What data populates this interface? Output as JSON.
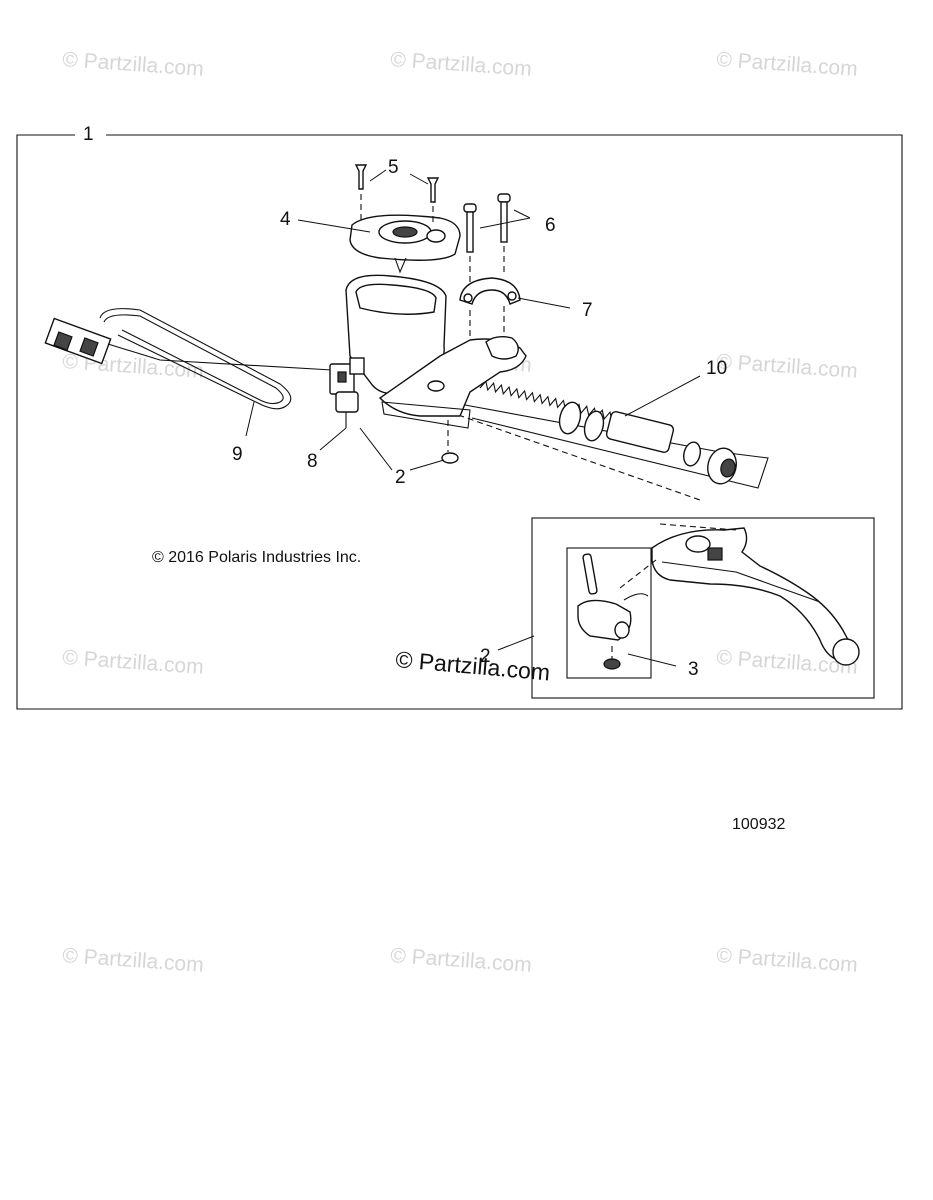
{
  "watermark": {
    "text": "© Partzilla.com"
  },
  "diagram": {
    "assembly_callout": "1",
    "callouts": {
      "c2a": "2",
      "c2b": "2",
      "c3": "3",
      "c4": "4",
      "c5": "5",
      "c6": "6",
      "c7": "7",
      "c8": "8",
      "c9": "9",
      "c10": "10"
    },
    "copyright": "© 2016 Polaris Industries Inc.",
    "brand": "© Partzilla.com",
    "doc_number": "100932"
  }
}
